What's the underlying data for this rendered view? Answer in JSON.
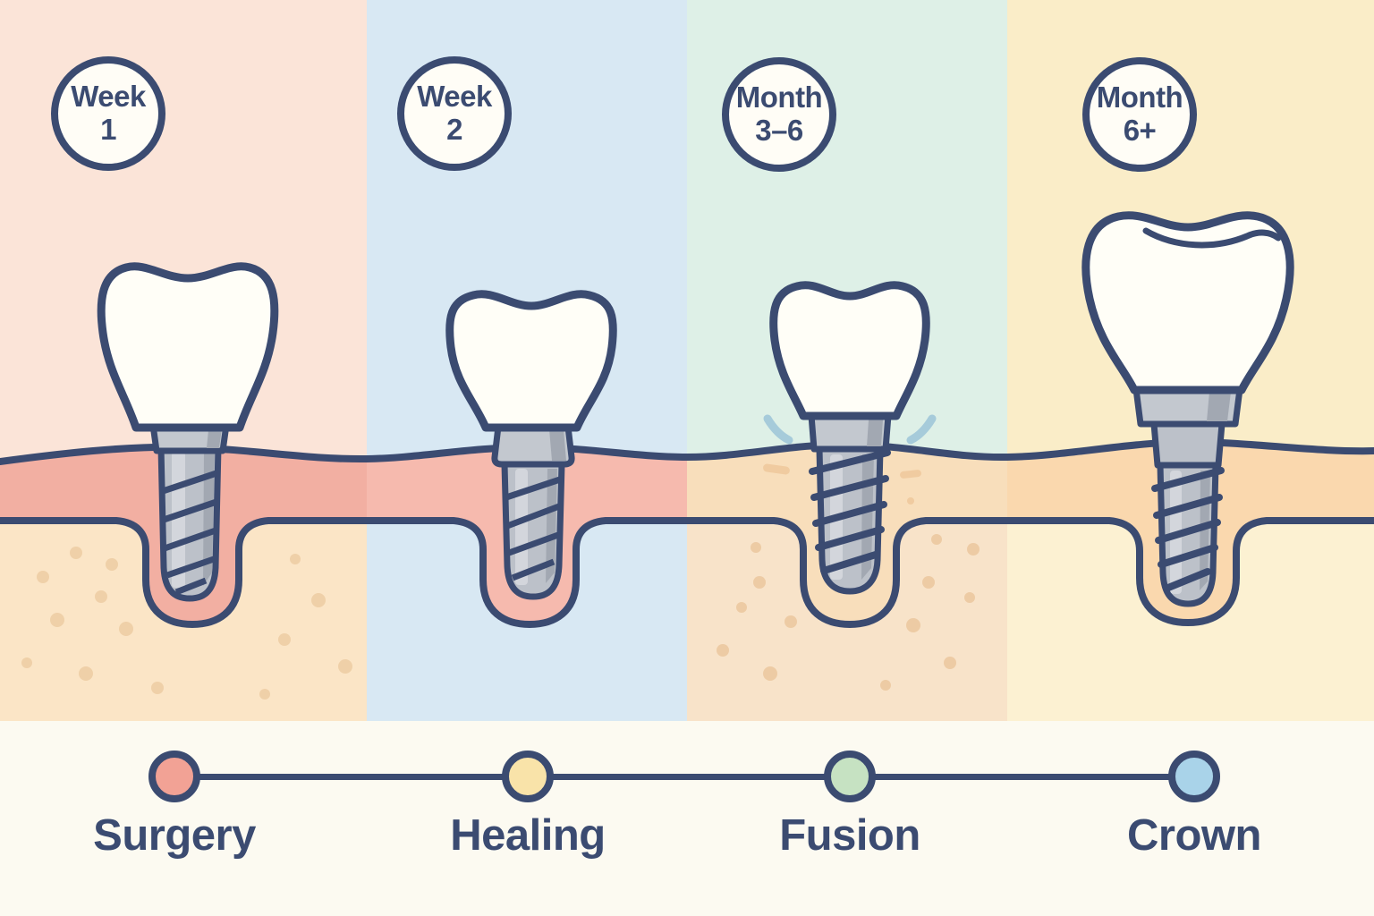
{
  "stages": [
    {
      "badge": {
        "line1": "Week",
        "line2": "1"
      },
      "label": "Surgery",
      "panel_bg": "#FBE4D8",
      "dot_color": "#F2A295"
    },
    {
      "badge": {
        "line1": "Week",
        "line2": "2"
      },
      "label": "Healing",
      "panel_bg": "#D8E8F3",
      "dot_color": "#F9E3A9"
    },
    {
      "badge": {
        "line1": "Month",
        "line2": "3–6"
      },
      "label": "Fusion",
      "panel_bg": "#DEF0E7",
      "dot_color": "#C6E2C2"
    },
    {
      "badge": {
        "line1": "Month",
        "line2": "6+"
      },
      "label": "Crown",
      "panel_bg": "#FAEDC8",
      "dot_color": "#A9D3E9"
    }
  ],
  "illustration_colors": {
    "outline_navy": "#3B4B71",
    "tooth_white": "#FFFEF7",
    "implant_gray": "#BCC1C9",
    "implant_gray_light": "#D3D6DC",
    "implant_gray_dark": "#A2A8B2",
    "gum_pink_week1": "#F2AFA2",
    "gum_pink_week2": "#F6BAAE",
    "gum_peach_month36": "#F8DEBB",
    "gum_peach_month6": "#FAD8AE",
    "bone_tan_week1": "#FBE5C6",
    "bone_tan_month36": "#F8E3C9",
    "bone_tan_month6": "#FCF1D2",
    "bone_dot": "#EFD0A8",
    "fusion_mark_blue": "#A6CBDA",
    "badge_bg": "#FFFDF6",
    "footer_bg": "#FCFAF1"
  }
}
